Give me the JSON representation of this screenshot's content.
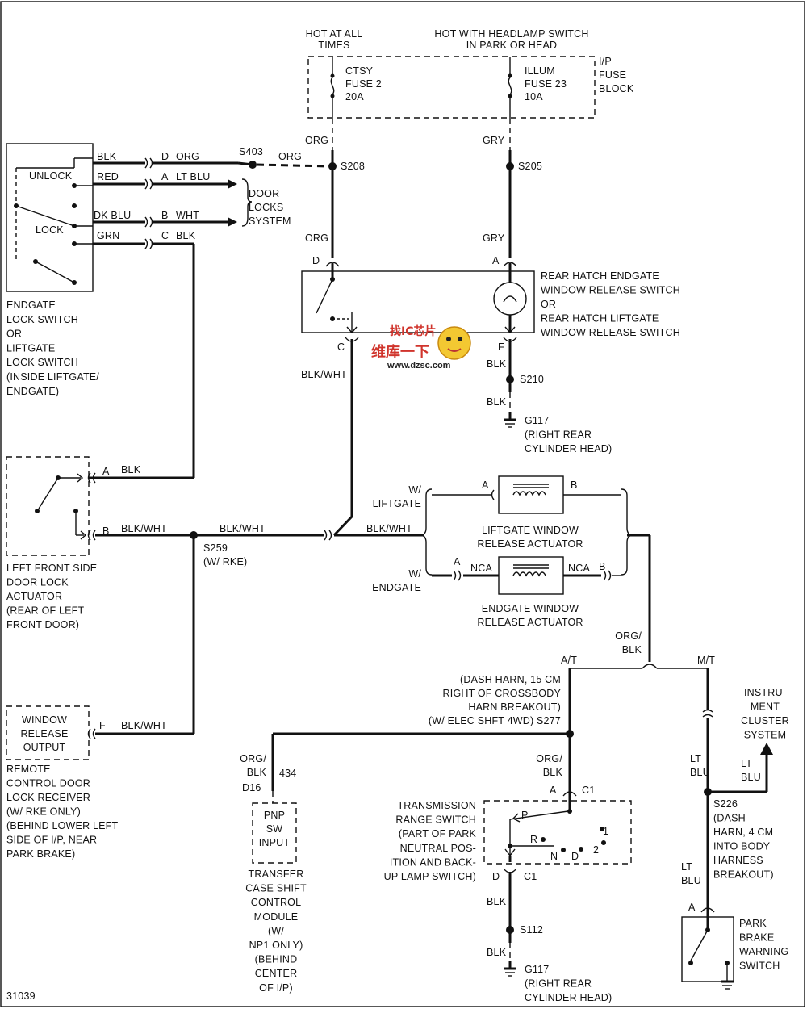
{
  "labels": {
    "hot_all_times": [
      "HOT AT ALL",
      "TIMES"
    ],
    "hot_headlamp": [
      "HOT WITH HEADLAMP SWITCH",
      "IN PARK OR HEAD"
    ],
    "fuse_block": [
      "I/P",
      "FUSE",
      "BLOCK"
    ],
    "fuse2": [
      "CTSY",
      "FUSE 2",
      "20A"
    ],
    "fuse23": [
      "ILLUM",
      "FUSE 23",
      "10A"
    ],
    "wire_org_top": "ORG",
    "wire_gry_top": "GRY",
    "s208": "S208",
    "s205": "S205",
    "s403": "S403",
    "org_s403": "ORG",
    "org_lower": "ORG",
    "gry_lower": "GRY",
    "pin_d": "D",
    "pin_a": "A",
    "pin_c": "C",
    "pin_f": "F",
    "rear_hatch": [
      "REAR HATCH ENDGATE",
      "WINDOW RELEASE SWITCH",
      "OR",
      "REAR HATCH LIFTGATE",
      "WINDOW RELEASE SWITCH"
    ],
    "blk_wht_c": "BLK/WHT",
    "blk_f": "BLK",
    "s210": "S210",
    "blk_g117a": "BLK",
    "g117a": [
      "G117",
      "(RIGHT REAR",
      "CYLINDER HEAD)"
    ],
    "lock_switch": {
      "unlock": "UNLOCK",
      "lock": "LOCK",
      "w_blk": "BLK",
      "w_red": "RED",
      "w_dkblu": "DK BLU",
      "w_grn": "GRN",
      "pin_d": "D",
      "pin_a": "A",
      "pin_b": "B",
      "pin_c": "C",
      "o_org": "ORG",
      "o_ltblu": "LT BLU",
      "o_wht": "WHT",
      "o_blk": "BLK",
      "door_locks": [
        "DOOR",
        "LOCKS",
        "SYSTEM"
      ],
      "caption": [
        "ENDGATE",
        "LOCK SWITCH",
        "OR",
        "LIFTGATE",
        "LOCK SWITCH",
        "(INSIDE LIFTGATE/",
        "ENDGATE)"
      ]
    },
    "actuator": {
      "pin_a": "A",
      "pin_b": "B",
      "blk": "BLK",
      "blk_wht": "BLK/WHT",
      "caption": [
        "LEFT FRONT SIDE",
        "DOOR LOCK",
        "ACTUATOR",
        "(REAR OF LEFT",
        "FRONT DOOR)"
      ]
    },
    "s259": [
      "S259",
      "(W/ RKE)"
    ],
    "blk_wht_mid": "BLK/WHT",
    "blk_wht_right": "BLK/WHT",
    "liftgate": {
      "w": [
        "W/",
        "LIFTGATE"
      ],
      "pin_a": "A",
      "pin_b": "B",
      "caption": [
        "LIFTGATE WINDOW",
        "RELEASE ACTUATOR"
      ]
    },
    "endgate": {
      "w": [
        "W/",
        "ENDGATE"
      ],
      "pin_a": "A",
      "pin_b": "B",
      "nca1": "NCA",
      "nca2": "NCA",
      "caption": [
        "ENDGATE WINDOW",
        "RELEASE ACTUATOR"
      ]
    },
    "org_blk_right": [
      "ORG/",
      "BLK"
    ],
    "at": "A/T",
    "mt": "M/T",
    "dash_harn": [
      "(DASH HARN, 15 CM",
      "RIGHT OF CROSSBODY",
      "HARN BREAKOUT)",
      "(W/ ELEC SHFT 4WD) S277"
    ],
    "remote": {
      "box": [
        "WINDOW",
        "RELEASE",
        "OUTPUT"
      ],
      "pin_f": "F",
      "blk_wht": "BLK/WHT",
      "caption": [
        "REMOTE",
        "CONTROL DOOR",
        "LOCK RECEIVER",
        "(W/ RKE ONLY)",
        "(BEHIND LOWER LEFT",
        "SIDE OF I/P, NEAR",
        "PARK BRAKE)"
      ]
    },
    "tccm": {
      "org_blk": [
        "ORG/",
        "BLK"
      ],
      "num": "434",
      "pin": "D16",
      "box": [
        "PNP",
        "SW",
        "INPUT"
      ],
      "caption": [
        "TRANSFER",
        "CASE SHIFT",
        "CONTROL",
        "MODULE",
        "(W/",
        "NP1 ONLY)",
        "(BEHIND",
        "CENTER",
        "OF I/P)"
      ]
    },
    "trs": {
      "org_blk": [
        "ORG/",
        "BLK"
      ],
      "pin_a": "A",
      "c1_top": "C1",
      "p": "P",
      "r": "R",
      "n": "N",
      "d": "D",
      "one": "1",
      "two": "2",
      "pin_d": "D",
      "c1_bot": "C1",
      "caption": [
        "TRANSMISSION",
        "RANGE SWITCH",
        "(PART OF PARK",
        "NEUTRAL POS-",
        "ITION AND BACK-",
        "UP LAMP SWITCH)"
      ],
      "blk1": "BLK",
      "s112": "S112",
      "blk2": "BLK",
      "g117": [
        "G117",
        "(RIGHT REAR",
        "CYLINDER HEAD)"
      ]
    },
    "park": {
      "lt_blu1": [
        "LT",
        "BLU"
      ],
      "lt_blu2": [
        "LT",
        "BLU"
      ],
      "lt_blu3": [
        "LT",
        "BLU"
      ],
      "cluster": [
        "INSTRU-",
        "MENT",
        "CLUSTER",
        "SYSTEM"
      ],
      "s226": [
        "S226",
        "(DASH",
        "HARN, 4 CM",
        "INTO BODY",
        "HARNESS",
        "BREAKOUT)"
      ],
      "pin_a": "A",
      "caption": [
        "PARK",
        "BRAKE",
        "WARNING",
        "SWITCH"
      ]
    },
    "diagram_id": "31039"
  },
  "watermark": {
    "cn": "维库一下",
    "url": "www.dzsc.com",
    "top": "找IC芯片"
  }
}
